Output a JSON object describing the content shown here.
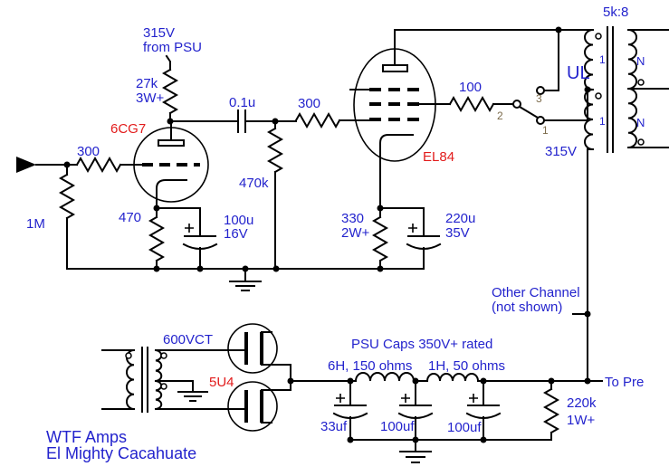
{
  "colors": {
    "wire": "#000000",
    "label_blue": "#2323cd",
    "tube_label_red": "#e21b1b",
    "switch_digit_brown": "#7b6a4a",
    "background": "#ffffff"
  },
  "branding": {
    "line1": "WTF Amps",
    "line2": "El Mighty Cacahuate"
  },
  "input_stage": {
    "supply_l1": "315V",
    "supply_l2": "from PSU",
    "plate_res_l1": "27k",
    "plate_res_l2": "3W+",
    "tube": "6CG7",
    "grid_stopper": "300",
    "grid_load": "1M",
    "cathode_res": "470",
    "cathode_cap_l1": "100u",
    "cathode_cap_l2": "16V"
  },
  "coupling": {
    "cap": "0.1u",
    "grid_leak": "470k"
  },
  "output_stage": {
    "grid_stopper": "300",
    "tube": "EL84",
    "screen_res": "100",
    "cathode_res_l1": "330",
    "cathode_res_l2": "2W+",
    "cathode_cap_l1": "220u",
    "cathode_cap_l2": "35V"
  },
  "ul_switch": {
    "pos3": "3",
    "pos2": "2",
    "pos1": "1",
    "mode": "UL"
  },
  "output_transformer": {
    "ratio": "5k:8",
    "b_plus": "315V",
    "pri_top_turns": "1",
    "pri_bottom_turns": "1",
    "sec_top_turns": "N",
    "sec_bottom_turns": "N"
  },
  "b_plus_rail": {
    "other_channel_l1": "Other Channel",
    "other_channel_l2": "(not shown)",
    "to_pre": "To Pre"
  },
  "psu": {
    "secondary": "600VCT",
    "rectifier": "5U4",
    "caps_note": "PSU Caps 350V+ rated",
    "choke1": "6H, 150 ohms",
    "choke2": "1H, 50 ohms",
    "cap1": "33uf",
    "cap2": "100uf",
    "cap3": "100uf",
    "bleeder_l1": "220k",
    "bleeder_l2": "1W+"
  }
}
